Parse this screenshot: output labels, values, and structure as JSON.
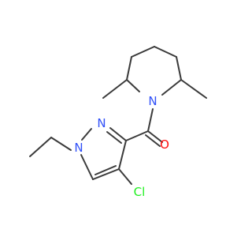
{
  "molecule": {
    "atoms": {
      "N_piperidine": "N",
      "O_carbonyl": "O",
      "N1_pyrazole": "N",
      "N2_pyrazole": "N",
      "Cl": "Cl"
    },
    "colors": {
      "bond": "#3a3a3a",
      "nitrogen": "#3050f8",
      "oxygen": "#ff0d0d",
      "chlorine": "#1ff01f"
    }
  }
}
